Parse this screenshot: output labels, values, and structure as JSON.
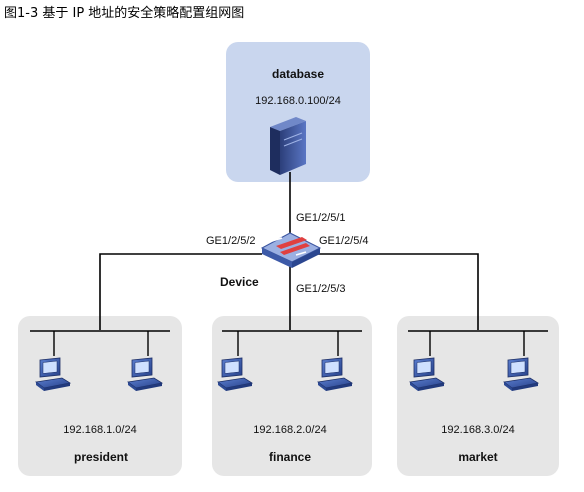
{
  "caption": "图1-3  基于 IP 地址的安全策略配置组网图",
  "database": {
    "name": "database",
    "subnet": "192.168.0.100/24"
  },
  "device": {
    "name": "Device",
    "ports": {
      "top": "GE1/2/5/1",
      "left": "GE1/2/5/2",
      "right": "GE1/2/5/4",
      "bottom": "GE1/2/5/3"
    }
  },
  "groups": [
    {
      "name": "president",
      "subnet": "192.168.1.0/24"
    },
    {
      "name": "finance",
      "subnet": "192.168.2.0/24"
    },
    {
      "name": "market",
      "subnet": "192.168.3.0/24"
    }
  ],
  "colors": {
    "server_zone": "#c9d6ee",
    "group_zone": "#e6e6e6",
    "device": "#8aa0d8",
    "device_accent": "#e04040",
    "pc": "#3a5aa8"
  }
}
